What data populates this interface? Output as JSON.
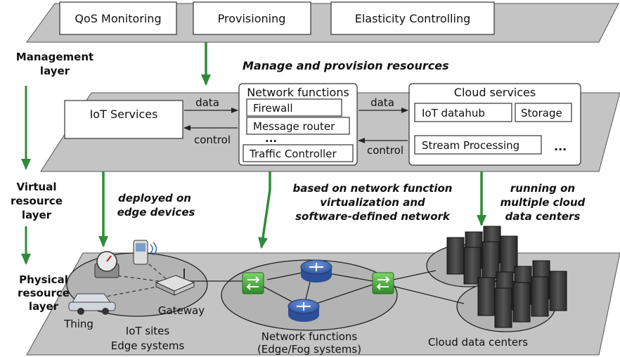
{
  "management": {
    "tools": [
      "QoS Monitoring",
      "Provisioning",
      "Elasticity Controlling"
    ],
    "layer_label": [
      "Management",
      "layer"
    ],
    "manage_caption": "Manage and provision resources"
  },
  "virtual": {
    "layer_label": [
      "Virtual",
      "resource",
      "layer"
    ],
    "iot_services": "IoT Services",
    "nf_title": "Network functions",
    "nf_items": [
      "Firewall",
      "Message router",
      "Traffic Controller"
    ],
    "cloud_title": "Cloud services",
    "cloud_items": [
      "IoT datahub",
      "Storage",
      "Stream Processing"
    ],
    "data_label": "data",
    "control_label": "control",
    "ellipsis": "..."
  },
  "captions": {
    "edge": [
      "deployed on",
      "edge devices"
    ],
    "nfv": [
      "based on network function",
      "virtualization and",
      "software-defined network"
    ],
    "cloud": [
      "running on",
      "multiple cloud",
      "data centers"
    ]
  },
  "physical": {
    "layer_label": [
      "Physical",
      "resource",
      "layer"
    ],
    "gateway": "Gateway",
    "thing": "Thing",
    "iot_sites": [
      "IoT sites",
      "Edge systems"
    ],
    "network_functions": [
      "Network functions",
      "(Edge/Fog systems)"
    ],
    "cloud_dc": "Cloud data centers"
  },
  "colors": {
    "arrow_green": "#2e8b3a",
    "plane_gray": "#c4c4c4",
    "router_blue": "#3a66b8",
    "switch_green": "#4caf3a",
    "server_dark": "#3c3c3c"
  }
}
